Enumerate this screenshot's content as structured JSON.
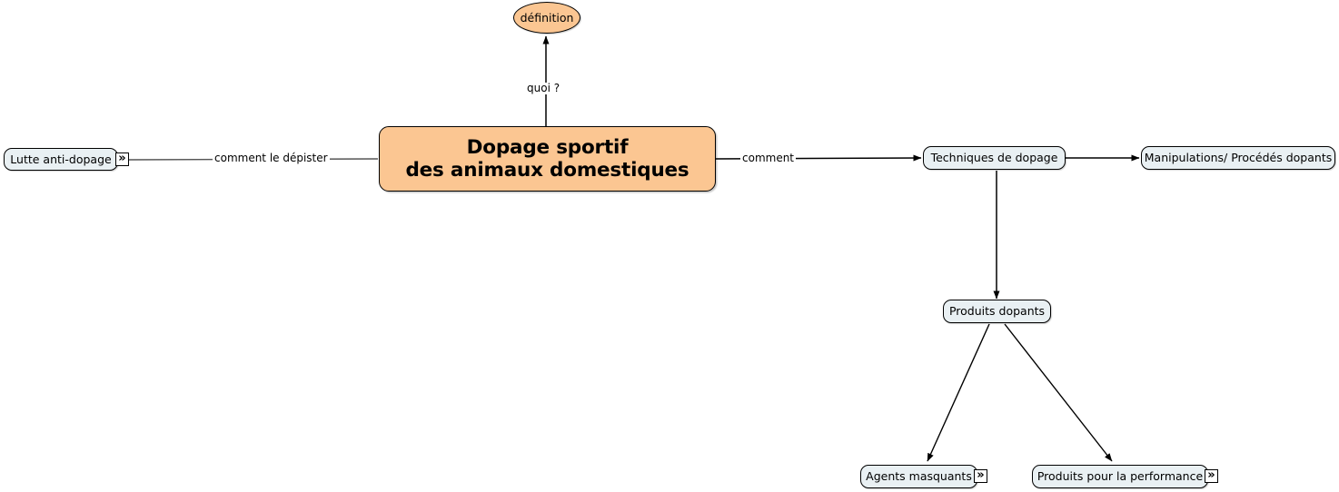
{
  "diagram": {
    "title": "Dopage sportif des animaux domestiques",
    "type": "concept-map",
    "colors": {
      "central_fill": "#fbc692",
      "ellipse_fill": "#fbc692",
      "node_fill": "#e9f0f3",
      "border": "#000000",
      "background": "#ffffff",
      "text": "#000000"
    }
  },
  "nodes": {
    "central": {
      "label_line1": "Dopage sportif",
      "label_line2": "des animaux domestiques",
      "shape": "rounded-rectangle",
      "fill": "#fbc692"
    },
    "definition": {
      "label": "définition",
      "shape": "ellipse",
      "fill": "#fbc692"
    },
    "lutte": {
      "label": "Lutte anti-dopage",
      "shape": "rounded-rectangle",
      "fill": "#e9f0f3",
      "expand_icon": "»"
    },
    "techniques": {
      "label": "Techniques de dopage",
      "shape": "rounded-rectangle",
      "fill": "#e9f0f3"
    },
    "manipulations": {
      "label": "Manipulations/ Procédés dopants",
      "shape": "rounded-rectangle",
      "fill": "#e9f0f3"
    },
    "produits_dopants": {
      "label": "Produits dopants",
      "shape": "rounded-rectangle",
      "fill": "#e9f0f3"
    },
    "agents_masquants": {
      "label": "Agents masquants",
      "shape": "rounded-rectangle",
      "fill": "#e9f0f3",
      "expand_icon": "»"
    },
    "produits_performance": {
      "label": "Produits pour la performance",
      "shape": "rounded-rectangle",
      "fill": "#e9f0f3",
      "expand_icon": "»"
    }
  },
  "edges": {
    "quoi": {
      "label": "quoi ?",
      "from": "central",
      "to": "definition",
      "arrow": true
    },
    "comment_le_depister": {
      "label": "comment le dépister",
      "from": "central",
      "to": "lutte",
      "arrow": false
    },
    "comment": {
      "label": "comment",
      "from": "central",
      "to": "techniques",
      "arrow": true
    },
    "techniques_to_manipulations": {
      "label": "",
      "from": "techniques",
      "to": "manipulations",
      "arrow": true
    },
    "techniques_to_produits": {
      "label": "",
      "from": "techniques",
      "to": "produits_dopants",
      "arrow": true
    },
    "produits_to_agents": {
      "label": "",
      "from": "produits_dopants",
      "to": "agents_masquants",
      "arrow": true
    },
    "produits_to_performance": {
      "label": "",
      "from": "produits_dopants",
      "to": "produits_performance",
      "arrow": true
    }
  }
}
